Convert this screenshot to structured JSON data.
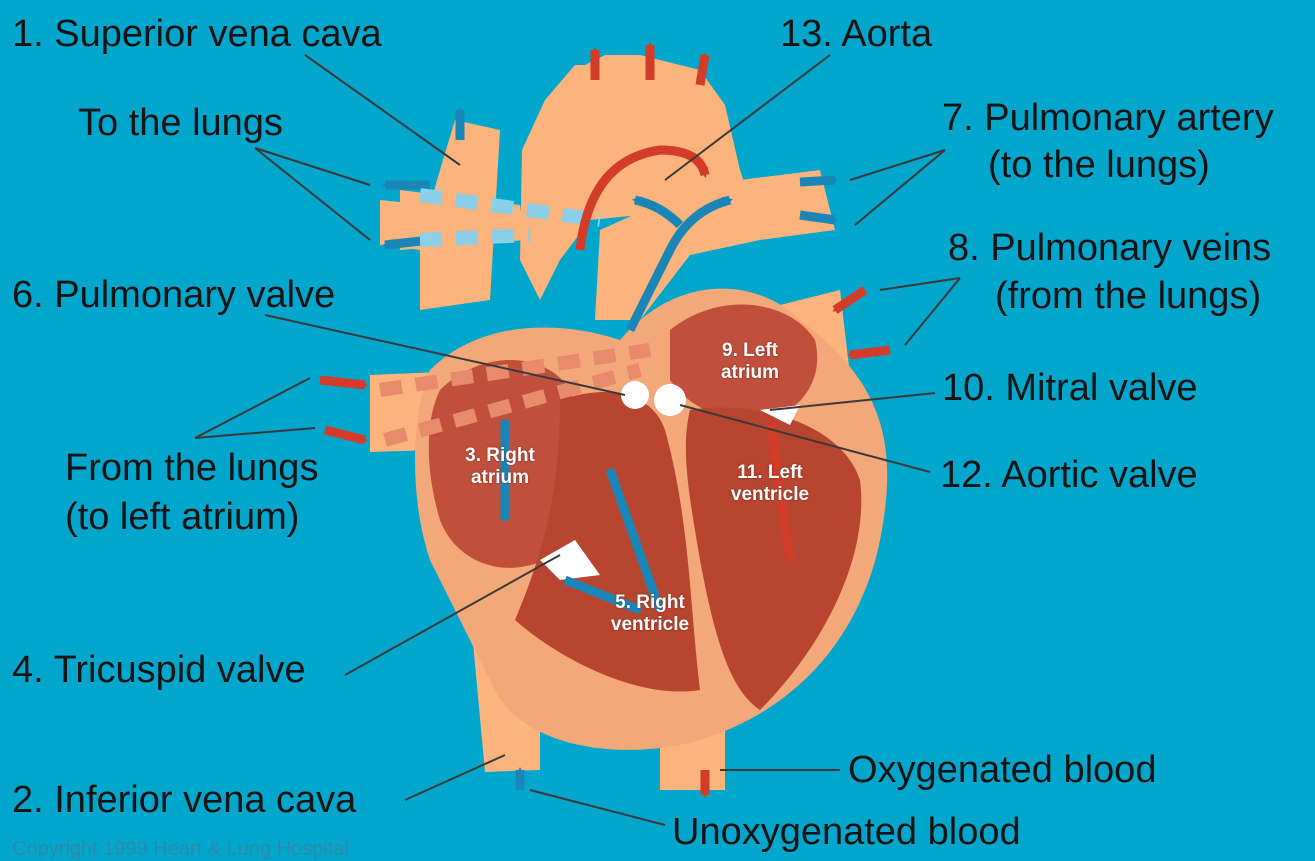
{
  "colors": {
    "background": "#00a6cc",
    "vessel": "#fcb37c",
    "heart_outer": "#f2a878",
    "chamber": "#c0503c",
    "unoxygenated_arrow": "#1a86b8",
    "oxygenated_arrow": "#d23c28",
    "text": "#141414"
  },
  "labels": {
    "superior_vena_cava": "1. Superior vena cava",
    "inferior_vena_cava": "2. Inferior vena cava",
    "tricuspid_valve": "4. Tricuspid valve",
    "pulmonary_valve": "6. Pulmonary valve",
    "pulmonary_artery_1": "7. Pulmonary artery",
    "pulmonary_artery_2": "(to the lungs)",
    "pulmonary_veins_1": "8. Pulmonary veins",
    "pulmonary_veins_2": "(from the lungs)",
    "mitral_valve": "10. Mitral valve",
    "aortic_valve": "12. Aortic valve",
    "aorta": "13. Aorta",
    "to_lungs": "To the lungs",
    "from_lungs_1": "From the lungs",
    "from_lungs_2": "(to left atrium)",
    "oxygenated": "Oxygenated blood",
    "unoxygenated": "Unoxygenated blood"
  },
  "chambers": {
    "right_atrium_1": "3. Right",
    "right_atrium_2": "atrium",
    "right_ventricle_1": "5. Right",
    "right_ventricle_2": "ventricle",
    "left_atrium_1": "9. Left",
    "left_atrium_2": "atrium",
    "left_ventricle_1": "11. Left",
    "left_ventricle_2": "ventricle"
  },
  "copyright": "Copyright 1999 Heart & Lung Hospital"
}
